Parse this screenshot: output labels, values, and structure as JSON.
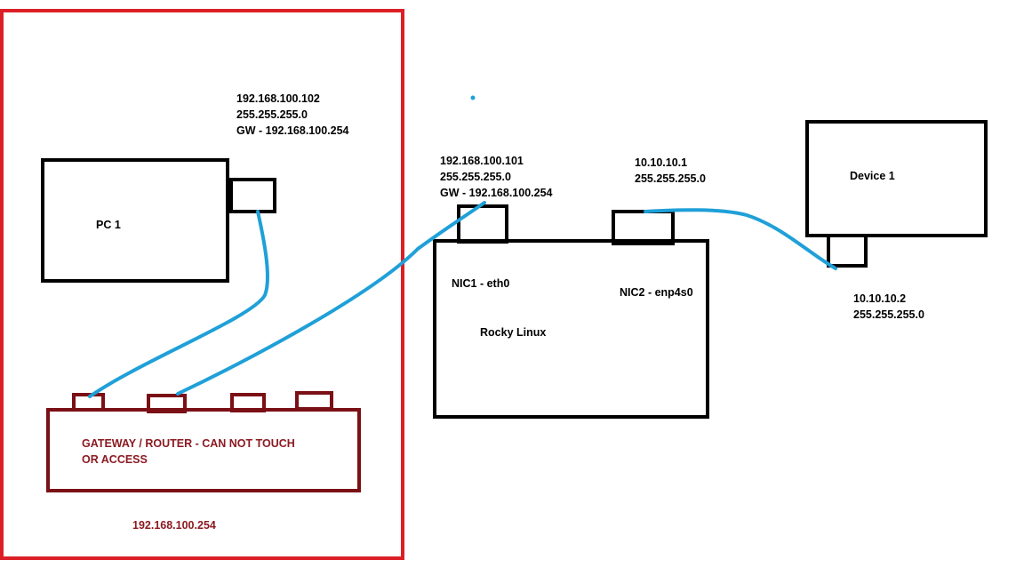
{
  "colors": {
    "boundary": "#dc1f26",
    "router": "#7a0f16",
    "router_text": "#8b1a22",
    "cable": "#1fa0d8",
    "device": "#000000"
  },
  "pc1": {
    "label": "PC 1",
    "ip": "192.168.100.102",
    "mask": "255.255.255.0",
    "gateway": "GW - 192.168.100.254"
  },
  "router": {
    "label_line1": "GATEWAY / ROUTER - CAN NOT TOUCH",
    "label_line2": "OR ACCESS",
    "ip": "192.168.100.254"
  },
  "rocky": {
    "label": "Rocky Linux",
    "nic1": {
      "label": "NIC1 - eth0",
      "ip": "192.168.100.101",
      "mask": "255.255.255.0",
      "gateway": "GW - 192.168.100.254"
    },
    "nic2": {
      "label": "NIC2 - enp4s0",
      "ip": "10.10.10.1",
      "mask": "255.255.255.0"
    }
  },
  "device1": {
    "label": "Device 1",
    "ip": "10.10.10.2",
    "mask": "255.255.255.0"
  }
}
